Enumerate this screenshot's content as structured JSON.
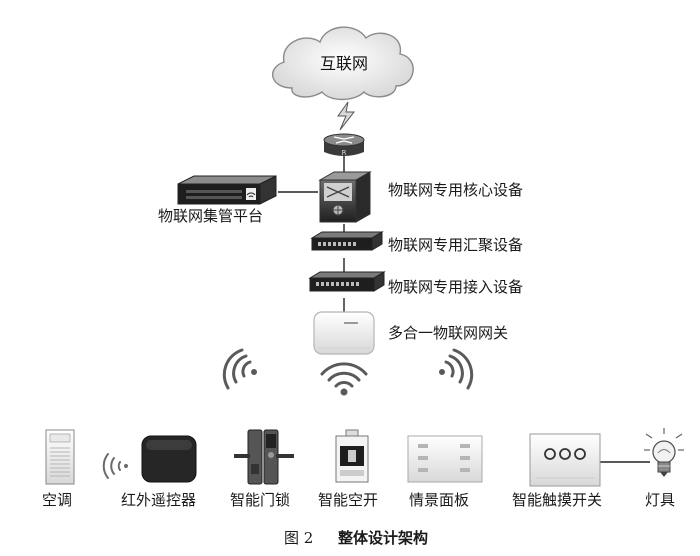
{
  "cloud_label": "互联网",
  "platform_label": "物联网集管平台",
  "network_labels": {
    "core": "物联网专用核心设备",
    "aggregation": "物联网专用汇聚设备",
    "access": "物联网专用接入设备",
    "gateway": "多合一物联网网关"
  },
  "terminals": [
    "空调",
    "红外遥控器",
    "智能门锁",
    "智能空开",
    "情景面板",
    "智能触摸开关",
    "灯具"
  ],
  "caption": {
    "figure_number": "图 2",
    "title": "整体设计架构"
  }
}
